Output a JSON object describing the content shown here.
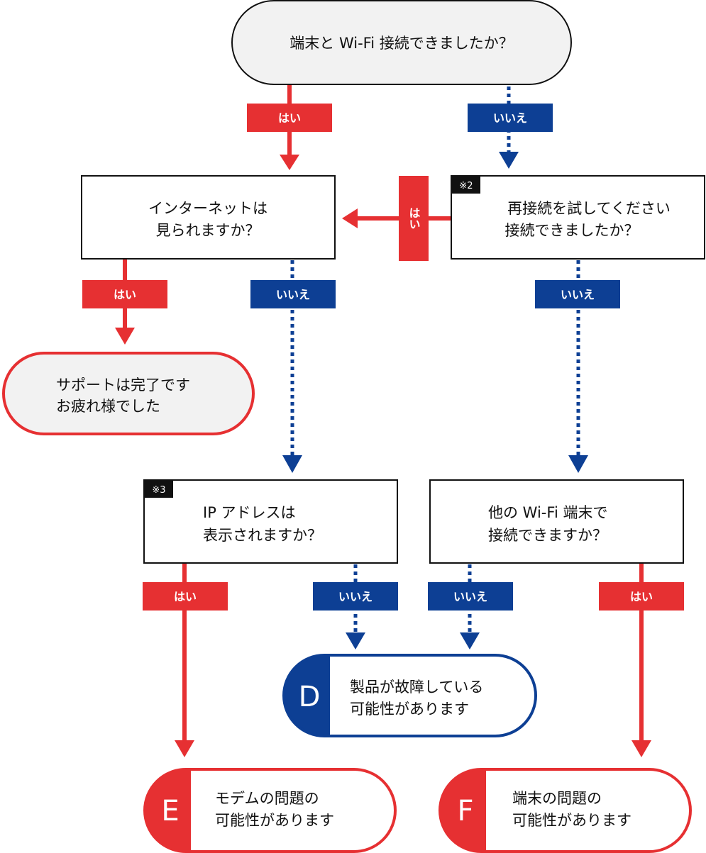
{
  "colors": {
    "yes_red": "#e63032",
    "no_blue": "#0d3f94",
    "terminal_fill": "#f2f2f2",
    "box_stroke": "#111111"
  },
  "labels": {
    "yes": "はい",
    "no": "いいえ"
  },
  "nodes": {
    "start": {
      "line1": "端末と Wi-Fi 接続できましたか？"
    },
    "internet": {
      "line1": "インターネットは",
      "line2": "見られますか？"
    },
    "reconnect": {
      "note": "※2",
      "line1": "再接続を試してください",
      "line2": "接続できましたか？"
    },
    "done": {
      "line1": "サポートは完了です",
      "line2": "お疲れ様でした"
    },
    "ip": {
      "note": "※3",
      "line1": "IP アドレスは",
      "line2": "表示されますか？"
    },
    "other_device": {
      "line1": "他の Wi-Fi 端末で",
      "line2": "接続できますか？"
    },
    "result_d": {
      "letter": "D",
      "line1": "製品が故障している",
      "line2": "可能性があります"
    },
    "result_e": {
      "letter": "E",
      "line1": "モデムの問題の",
      "line2": "可能性があります"
    },
    "result_f": {
      "letter": "F",
      "line1": "端末の問題の",
      "line2": "可能性があります"
    }
  }
}
